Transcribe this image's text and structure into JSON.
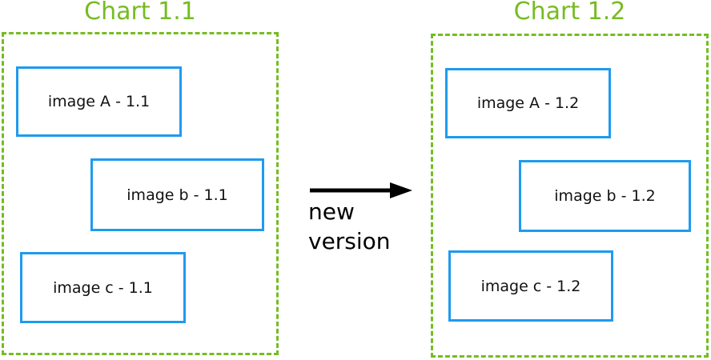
{
  "colors": {
    "accent_green": "#76BC22",
    "accent_blue": "#1E9BF0",
    "text_black": "#111111"
  },
  "left_chart": {
    "title": "Chart 1.1",
    "boxes": [
      {
        "label": "image A - 1.1"
      },
      {
        "label": "image b - 1.1"
      },
      {
        "label": "image c - 1.1"
      }
    ]
  },
  "right_chart": {
    "title": "Chart 1.2",
    "boxes": [
      {
        "label": "image A - 1.2"
      },
      {
        "label": "image b - 1.2"
      },
      {
        "label": "image c - 1.2"
      }
    ]
  },
  "transition": {
    "label": "new version"
  }
}
